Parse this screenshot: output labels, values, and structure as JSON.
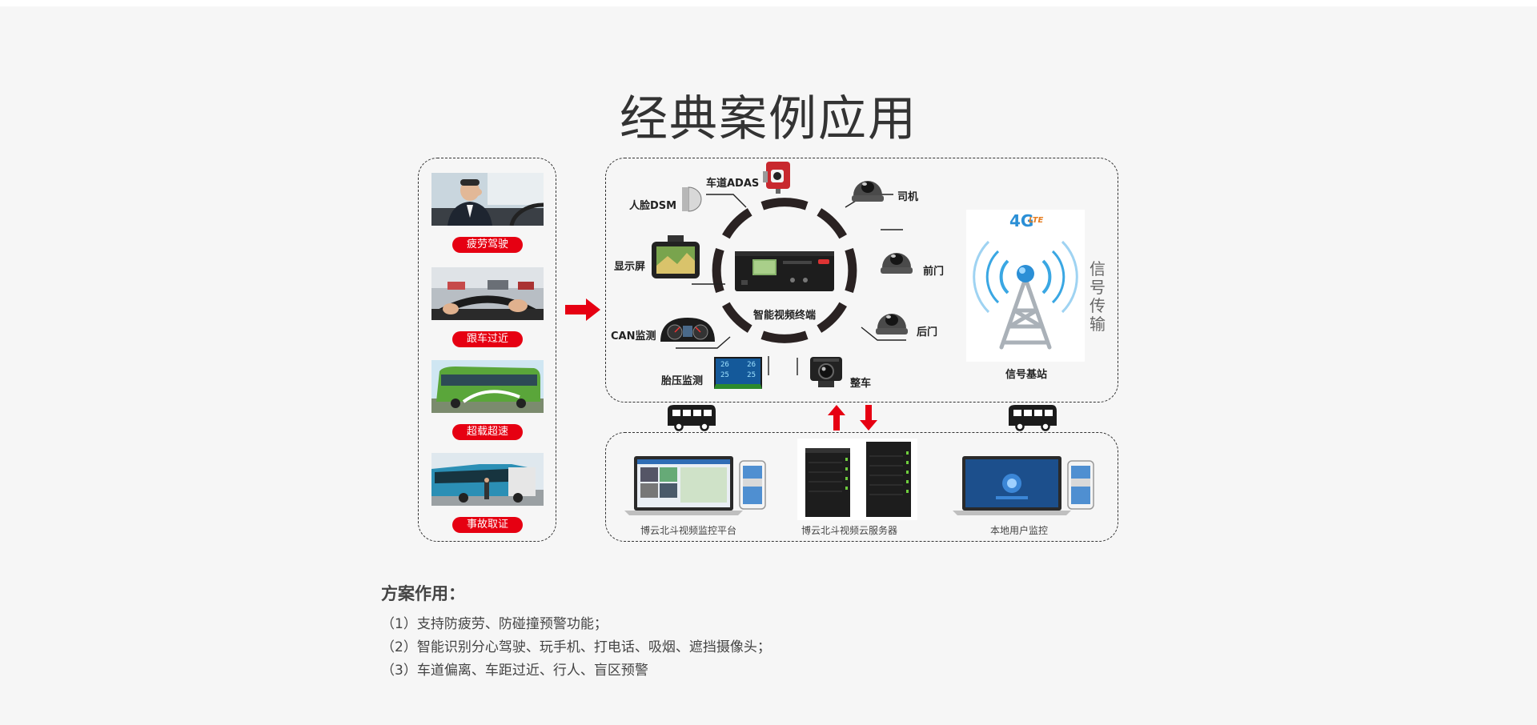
{
  "page": {
    "title": "经典案例应用"
  },
  "scenarios": [
    {
      "label": "疲劳驾驶",
      "photo_icon": "tired-driver-photo"
    },
    {
      "label": "跟车过近",
      "photo_icon": "steering-traffic-photo"
    },
    {
      "label": "超载超速",
      "photo_icon": "green-bus-photo"
    },
    {
      "label": "事故取证",
      "photo_icon": "accident-bus-photo"
    }
  ],
  "diagram": {
    "center_label": "智能视频终端",
    "devices": {
      "adas": "车道ADAS",
      "dsm": "人脸DSM",
      "screen": "显示屏",
      "can": "CAN监测",
      "tire": "胎压监测",
      "driver_cam": "司机",
      "front_door": "前门",
      "back_door": "后门",
      "whole_car": "整车"
    },
    "tower_label": "信号基站",
    "tower_badge": "4G",
    "tower_badge_sub": "LTE",
    "vertical_text": [
      "信",
      "号",
      "传",
      "输"
    ],
    "tire_values": [
      "26",
      "26",
      "25",
      "25"
    ]
  },
  "platforms": [
    {
      "label": "博云北斗视频监控平台"
    },
    {
      "label": "博云北斗视频云服务器"
    },
    {
      "label": "本地用户监控"
    }
  ],
  "effects": {
    "title": "方案作用：",
    "items": [
      "（1）支持防疲劳、防碰撞预警功能；",
      "（2）智能识别分心驾驶、玩手机、打电话、吸烟、遮挡摄像头；",
      "（3）车道偏离、车距过近、行人、盲区预警"
    ]
  },
  "colors": {
    "accent": "#e60012",
    "ring": "#2a2222",
    "text": "#333333"
  }
}
